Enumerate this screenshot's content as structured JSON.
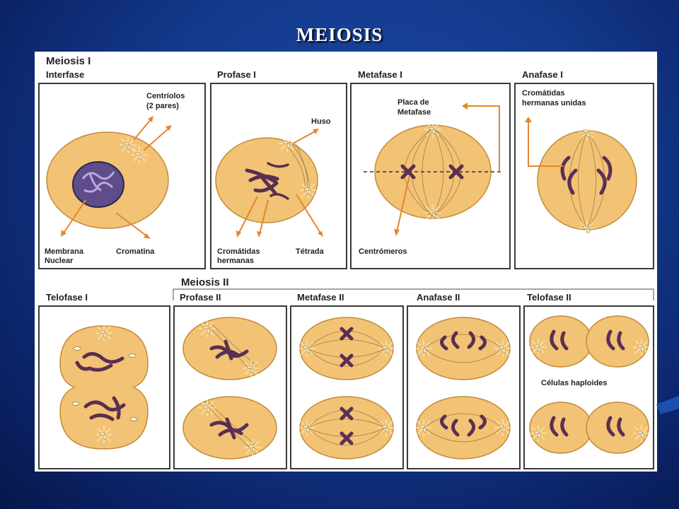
{
  "slide": {
    "title": "MEIOSIS"
  },
  "diagram": {
    "meiosis1": {
      "heading": "Meiosis I",
      "phases": [
        "Interfase",
        "Profase I",
        "Metafase I",
        "Anafase I",
        "Telofase I"
      ]
    },
    "meiosis2": {
      "heading": "Meiosis II",
      "phases": [
        "Profase II",
        "Metafase II",
        "Anafase II",
        "Telofase II"
      ]
    },
    "labels": {
      "centriolos_1": "Centríolos",
      "centriolos_2": "(2 pares)",
      "membrana_1": "Membrana",
      "membrana_2": "Nuclear",
      "cromatina": "Cromatina",
      "huso": "Huso",
      "cromatidas_1": "Cromátidas",
      "cromatidas_2": "hermanas",
      "tetrada": "Tétrada",
      "placa_1": "Placa de",
      "placa_2": "Metafase",
      "centromeros": "Centrómeros",
      "unidas_1": "Cromátidas",
      "unidas_2": "hermanas unidas",
      "haploides": "Células haploides"
    },
    "colors": {
      "cell": "#f2c374",
      "arrow": "#e6852a",
      "chromosome": "#5a2f52",
      "background": "#133a8c"
    }
  }
}
